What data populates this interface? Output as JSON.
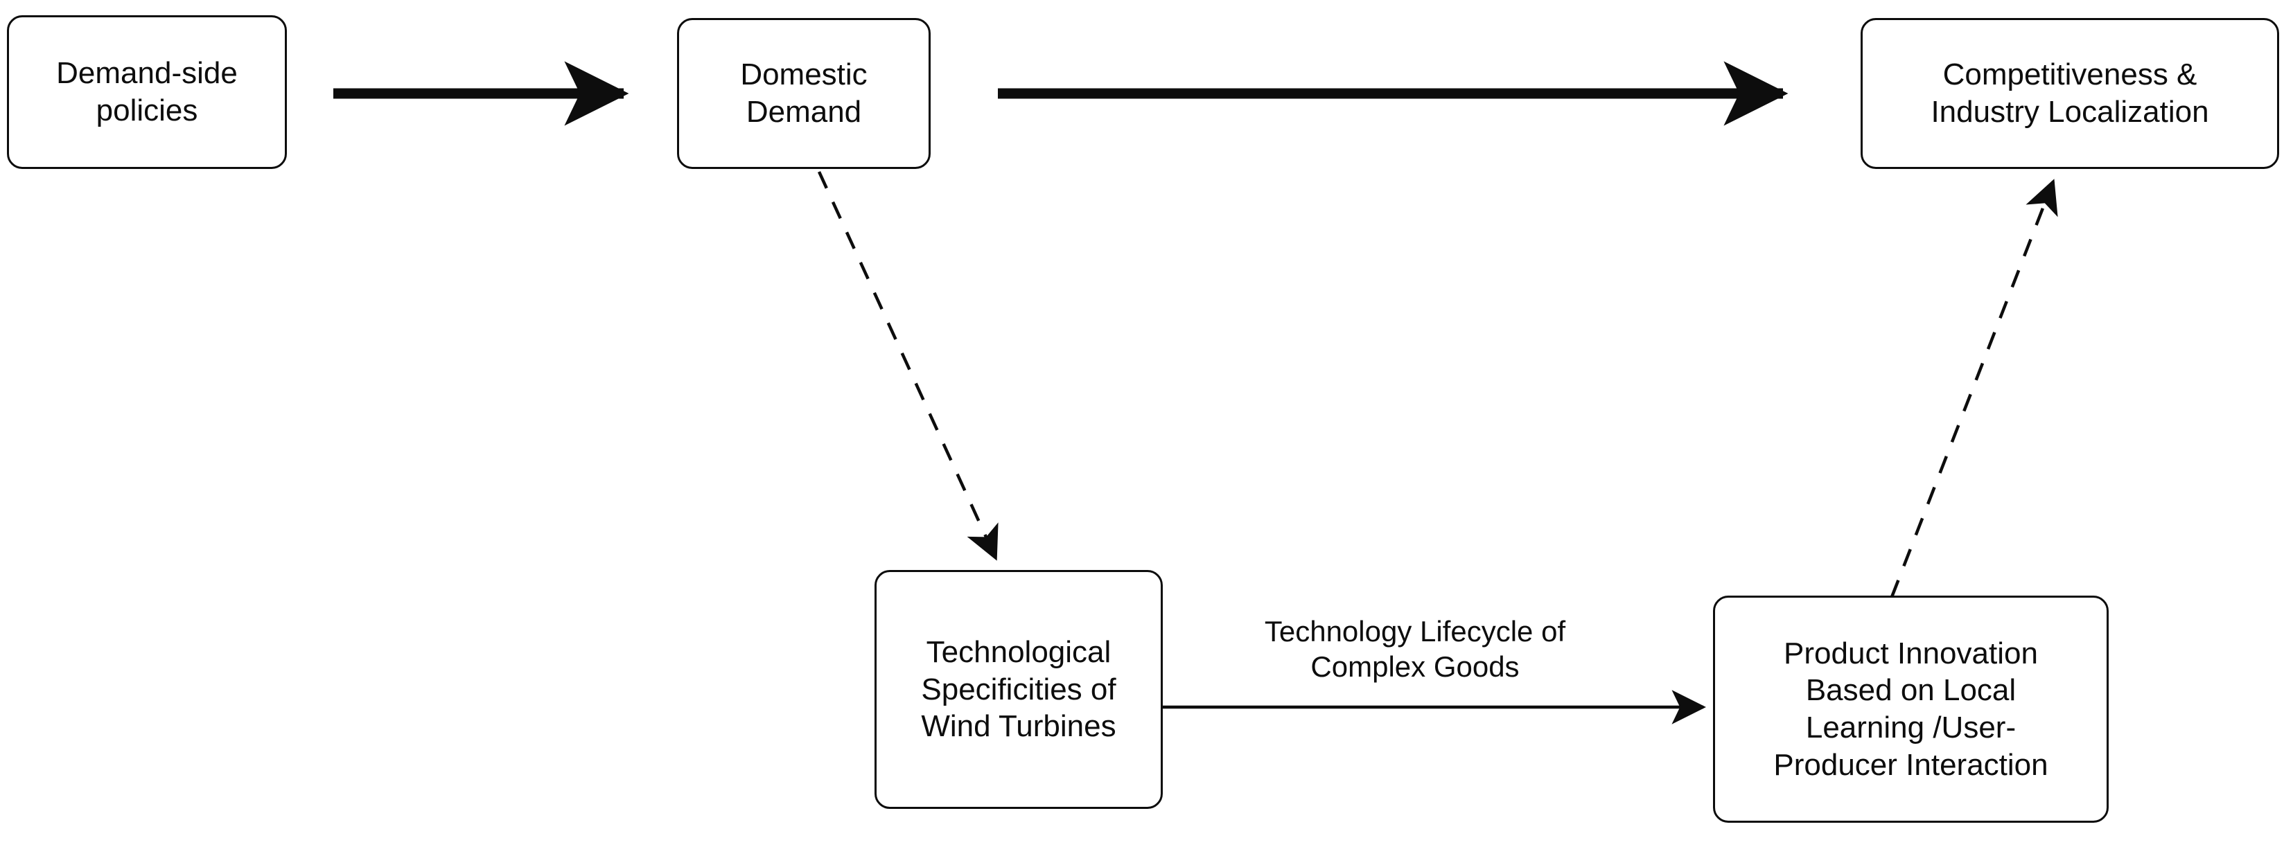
{
  "diagram": {
    "title": "Demand-side policies to competitiveness and industry localization flow",
    "background_color": "#ffffff",
    "stroke_color": "#0d0d0d",
    "nodes": [
      {
        "id": "demand-side-policies",
        "label": "Demand-side\npolicies",
        "shape": "rounded-rectangle"
      },
      {
        "id": "domestic-demand",
        "label": "Domestic\nDemand",
        "shape": "rounded-rectangle"
      },
      {
        "id": "competitiveness",
        "label": "Competitiveness &\nIndustry Localization",
        "shape": "rounded-rectangle"
      },
      {
        "id": "tech-specificities",
        "label": "Technological\nSpecificities of\nWind Turbines",
        "shape": "rounded-rectangle"
      },
      {
        "id": "product-innovation",
        "label": "Product Innovation\nBased on Local\nLearning /User-\nProducer Interaction",
        "shape": "rounded-rectangle"
      }
    ],
    "edges": [
      {
        "id": "policies-to-demand",
        "from": "demand-side-policies",
        "to": "domestic-demand",
        "style": "solid-thick",
        "label": ""
      },
      {
        "id": "demand-to-competitiveness",
        "from": "domestic-demand",
        "to": "competitiveness",
        "style": "solid-thick",
        "label": ""
      },
      {
        "id": "demand-to-tech",
        "from": "domestic-demand",
        "to": "tech-specificities",
        "style": "dashed-thin",
        "label": ""
      },
      {
        "id": "tech-to-innovation",
        "from": "tech-specificities",
        "to": "product-innovation",
        "style": "solid-thin",
        "label": "Technology Lifecycle of\nComplex Goods"
      },
      {
        "id": "innovation-to-competitiveness",
        "from": "product-innovation",
        "to": "competitiveness",
        "style": "dashed-thin",
        "label": ""
      }
    ]
  }
}
